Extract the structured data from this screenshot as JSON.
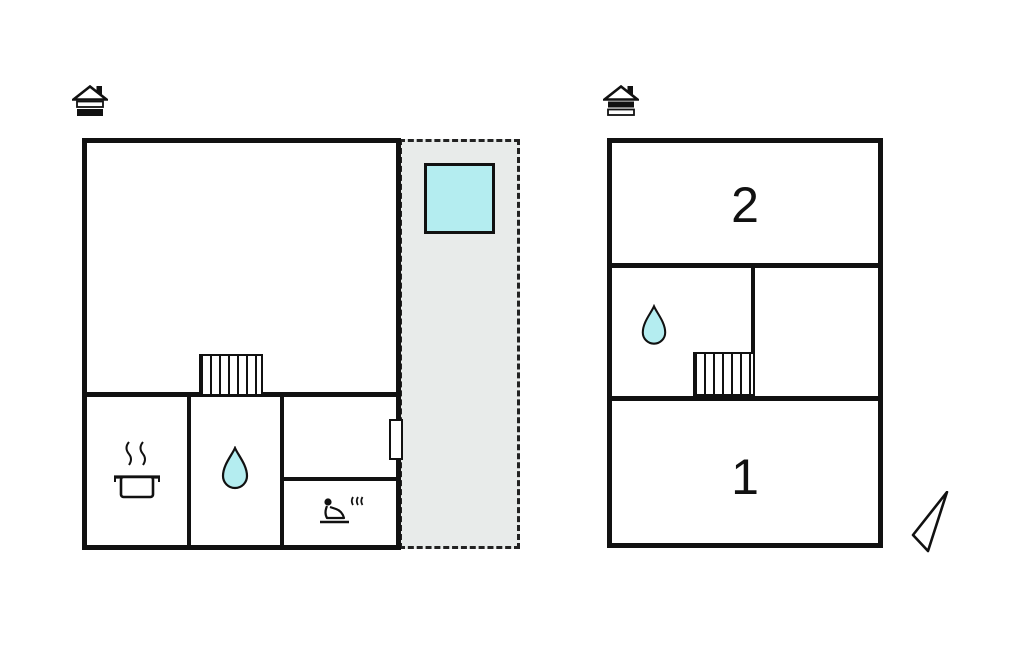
{
  "diagram": {
    "type": "floor-plan",
    "colors": {
      "wall": "#111111",
      "water": "#b4edf0",
      "terrace": "#e8ebea",
      "background": "#ffffff"
    }
  },
  "ground_floor": {
    "floor_icon": "house-ground-floor-icon",
    "kitchen_icon": "cooking-pot-icon",
    "bathroom_icon": "water-drop-icon",
    "sauna_icon": "sauna-person-icon",
    "stairs": "stairs",
    "door": "door-opening",
    "terrace": "dashed-terrace",
    "hot_tub": "hot-tub"
  },
  "upper_floor": {
    "floor_icon": "house-upper-floor-icon",
    "room_labels": [
      "2",
      "1"
    ],
    "bathroom_icon": "water-drop-icon",
    "stairs": "stairs"
  },
  "compass_icon": "north-arrow-icon"
}
